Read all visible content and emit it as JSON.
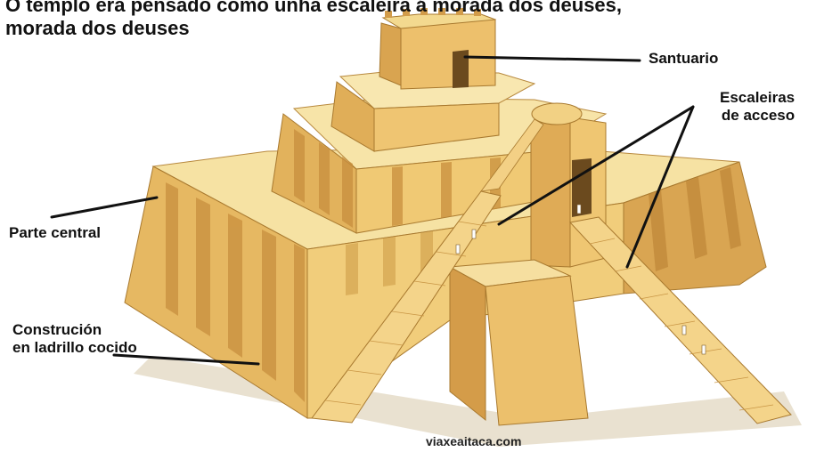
{
  "title": {
    "line1": "O templo era pensado como unha escaleira á morada dos deuses,",
    "line2": "morada dos deuses"
  },
  "labels": {
    "santuario": "Santuario",
    "escaleiras_line1": "Escaleiras",
    "escaleiras_line2": "de acceso",
    "parte_central": "Parte central",
    "construcion_line1": "Construción",
    "construcion_line2": "en ladrillo cocido"
  },
  "source": "viaxeaitaca.com",
  "colors": {
    "sand_light": "#f5d98e",
    "sand_mid": "#e3b75c",
    "sand_dark": "#c38a37",
    "sand_shadow": "#a56c25",
    "ink": "#111111"
  }
}
